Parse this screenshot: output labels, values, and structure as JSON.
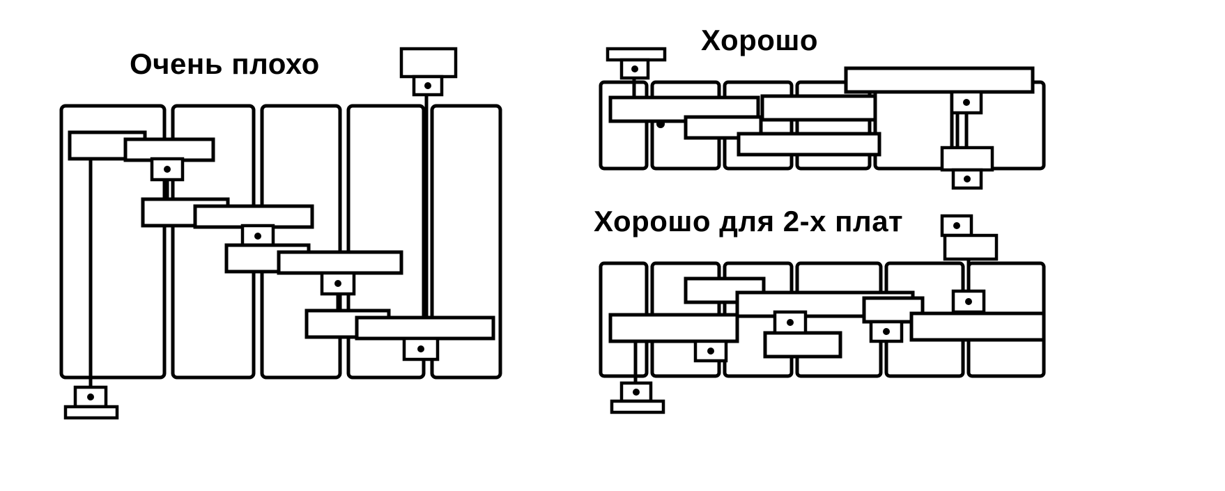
{
  "figure": {
    "labels": {
      "very_bad": "Очень плохо",
      "good": "Хорошо",
      "good_two_boards": "Хорошо для 2-х плат"
    }
  },
  "colors": {
    "ink": "#000000",
    "paper": "#ffffff"
  }
}
